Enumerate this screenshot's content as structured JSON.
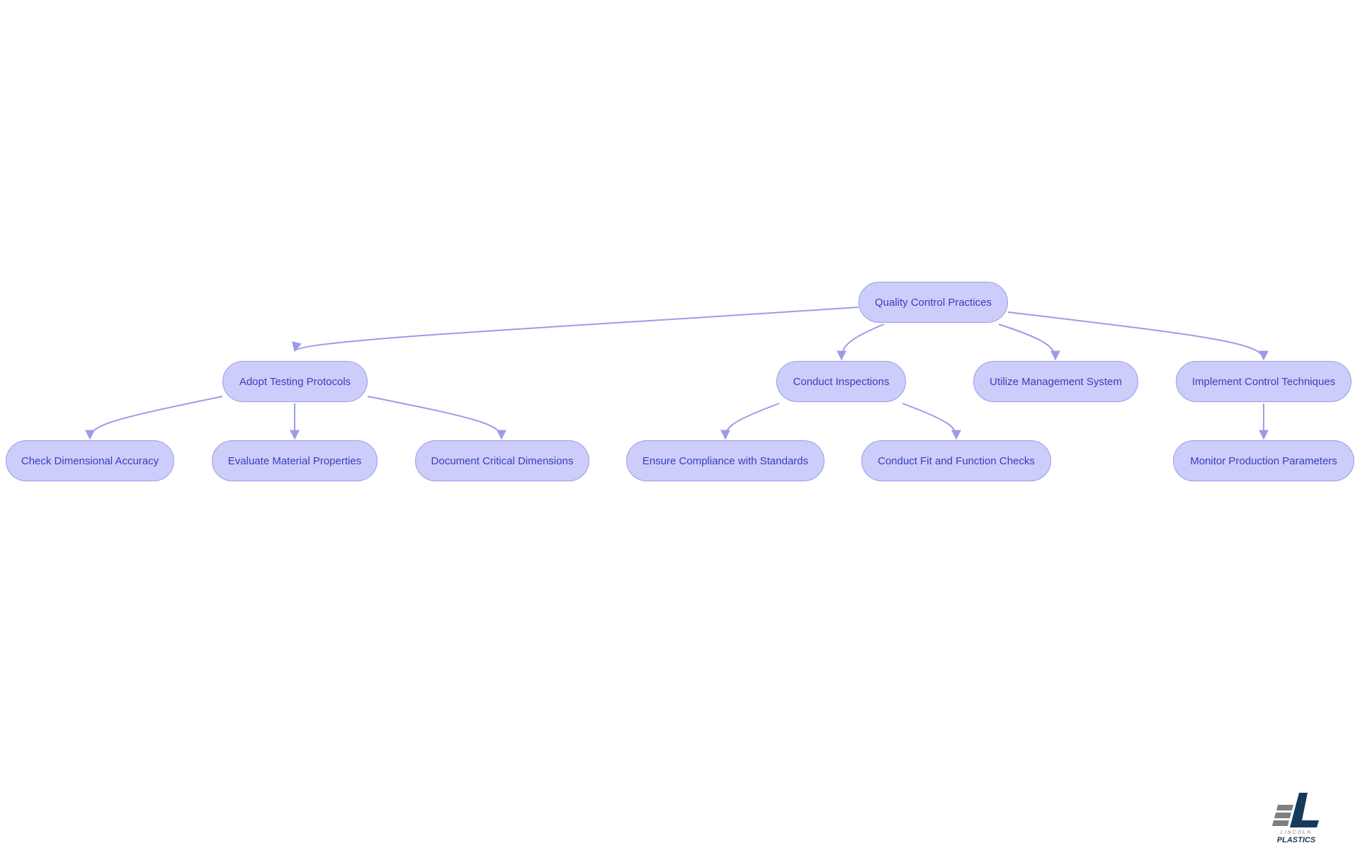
{
  "diagram": {
    "nodes": {
      "root": "Quality Control Practices",
      "testing": "Adopt Testing Protocols",
      "inspections": "Conduct Inspections",
      "management": "Utilize Management System",
      "control": "Implement Control Techniques",
      "dimensional": "Check Dimensional Accuracy",
      "material": "Evaluate Material Properties",
      "critical": "Document Critical Dimensions",
      "compliance": "Ensure Compliance with Standards",
      "fit": "Conduct Fit and Function Checks",
      "monitor": "Monitor Production Parameters"
    },
    "edges": [
      [
        "root",
        "testing"
      ],
      [
        "root",
        "inspections"
      ],
      [
        "root",
        "management"
      ],
      [
        "root",
        "control"
      ],
      [
        "testing",
        "dimensional"
      ],
      [
        "testing",
        "material"
      ],
      [
        "testing",
        "critical"
      ],
      [
        "inspections",
        "compliance"
      ],
      [
        "inspections",
        "fit"
      ],
      [
        "control",
        "monitor"
      ]
    ],
    "colors": {
      "node_fill": "#cccdfa",
      "node_border": "#9b9ce8",
      "edge": "#9b9ce8",
      "text": "#3a3dbd"
    }
  },
  "logo": {
    "line1": "LINCOLN",
    "line2": "PLASTICS",
    "icon": "lincoln-plastics-logo"
  }
}
